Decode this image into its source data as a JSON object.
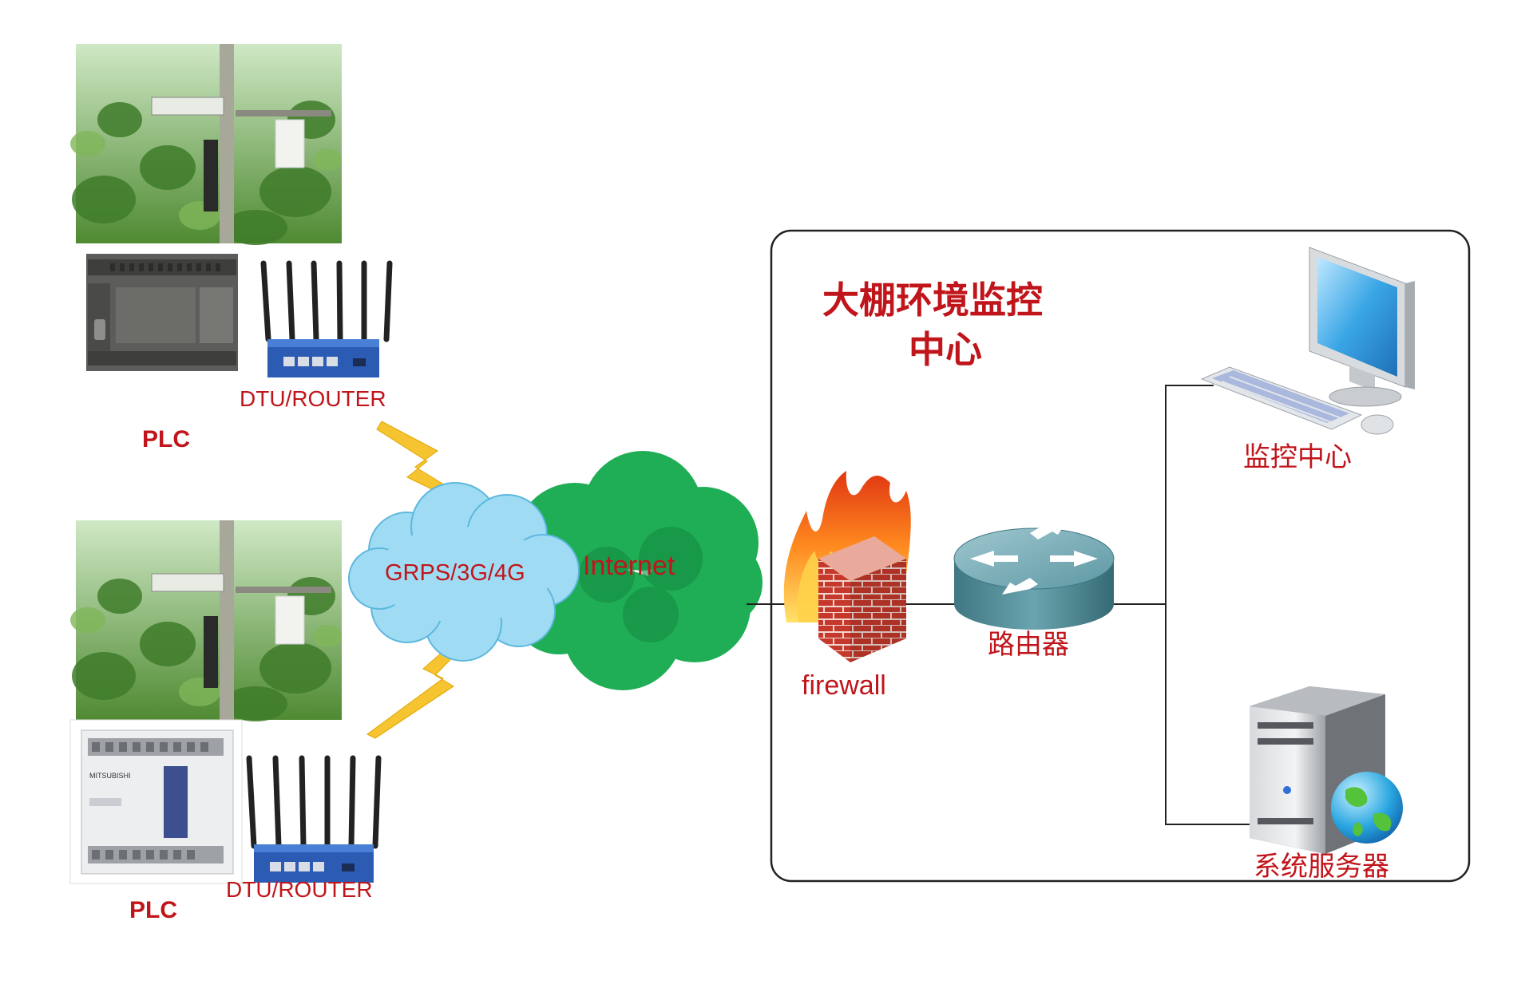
{
  "field_sites": [
    {
      "plc_label": "PLC",
      "dtu_label": "DTU/ROUTER"
    },
    {
      "plc_label": "PLC",
      "dtu_label": "DTU/ROUTER",
      "plc_brand": "MITSUBISHI"
    }
  ],
  "network": {
    "wireless_cloud_label": "GRPS/3G/4G",
    "internet_cloud_label": "Internet"
  },
  "center": {
    "title_line1": "大棚环境监控",
    "title_line2": "中心",
    "firewall_label": "firewall",
    "router_label": "路由器",
    "monitor_label": "监控中心",
    "server_label": "系统服务器"
  },
  "colors": {
    "label_red": "#c0151b",
    "cloud_blue": "#9fdcf4",
    "internet_green": "#1fae55",
    "lightning": "#f6c431",
    "router_teal": "#4f8d98"
  },
  "icons": [
    "greenhouse-photo",
    "plc-icon",
    "dtu-router-icon",
    "lightning-icon",
    "cloud-icon",
    "firewall-icon",
    "router-icon",
    "monitor-icon",
    "keyboard-icon",
    "mouse-icon",
    "server-icon",
    "globe-icon"
  ]
}
